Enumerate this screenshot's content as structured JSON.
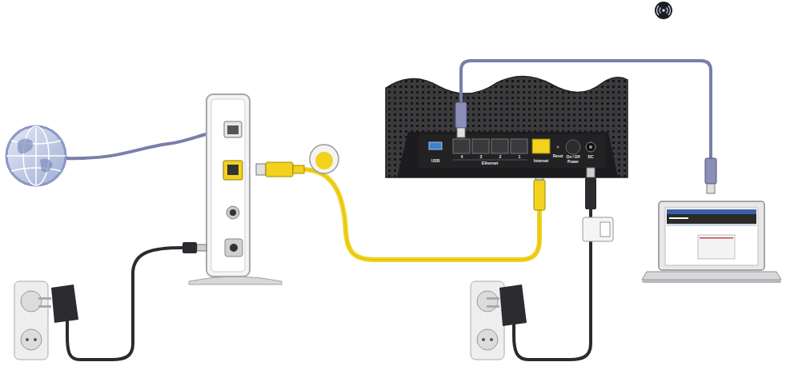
{
  "diagram": {
    "labels": [
      "USB",
      "4",
      "3",
      "2",
      "1",
      "Ethernet",
      "Internet",
      "Reset",
      "On / Off",
      "Power",
      "DC"
    ]
  }
}
